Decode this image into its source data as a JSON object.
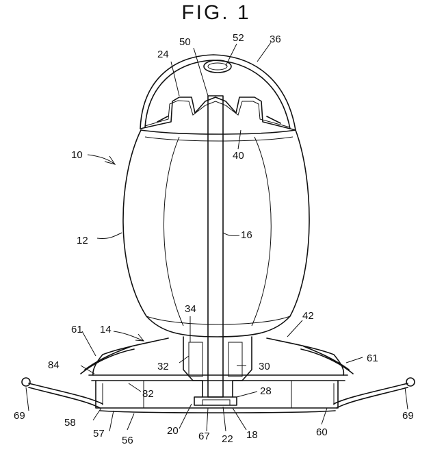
{
  "figure": {
    "title": "FIG. 1",
    "labels": {
      "l10": "10",
      "l12": "12",
      "l14": "14",
      "l16": "16",
      "l18": "18",
      "l20": "20",
      "l22": "22",
      "l24": "24",
      "l28": "28",
      "l30": "30",
      "l32": "32",
      "l34": "34",
      "l36": "36",
      "l40": "40",
      "l42": "42",
      "l50": "50",
      "l52": "52",
      "l56": "56",
      "l57": "57",
      "l58": "58",
      "l60": "60",
      "l61a": "61",
      "l61b": "61",
      "l67": "67",
      "l69a": "69",
      "l69b": "69",
      "l82": "82",
      "l84": "84"
    }
  }
}
